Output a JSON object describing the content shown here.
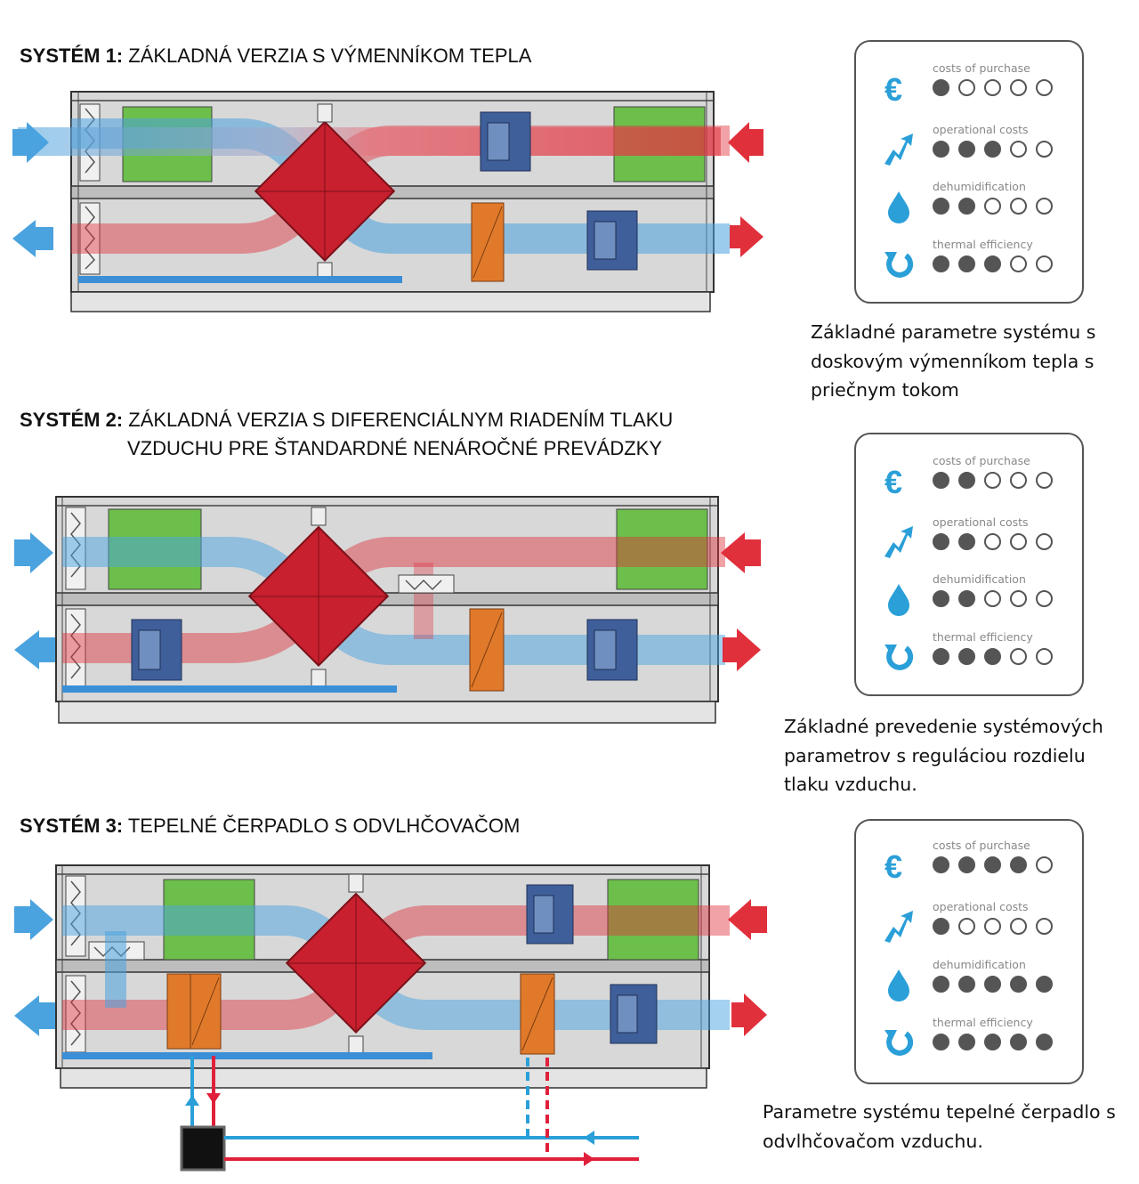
{
  "systems": [
    {
      "title_bold": "SYSTÉM 1:",
      "title_rest": "ZÁKLADNÁ VERZIA S VÝMENNÍKOM TEPLA",
      "title_cont": "",
      "caption": "Základné parametre systému s doskovým výmenníkom tepla s priečnym tokom",
      "ratings": [
        {
          "label": "costs of purchase",
          "icon": "euro-icon",
          "filled": 1,
          "total": 5
        },
        {
          "label": "operational costs",
          "icon": "trend-arrow-icon",
          "filled": 3,
          "total": 5
        },
        {
          "label": "dehumidification",
          "icon": "water-drop-icon",
          "filled": 2,
          "total": 5
        },
        {
          "label": "thermal efficiency",
          "icon": "recycle-arrow-icon",
          "filled": 3,
          "total": 5
        }
      ]
    },
    {
      "title_bold": "SYSTÉM 2:",
      "title_rest": "ZÁKLADNÁ VERZIA S DIFERENCIÁLNYM RIADENÍM TLAKU",
      "title_cont": "VZDUCHU PRE ŠTANDARDNÉ NENÁROČNÉ PREVÁDZKY",
      "caption": "Základné prevedenie systémových parametrov s reguláciou rozdielu tlaku vzduchu.",
      "ratings": [
        {
          "label": "costs of purchase",
          "icon": "euro-icon",
          "filled": 2,
          "total": 5
        },
        {
          "label": "operational costs",
          "icon": "trend-arrow-icon",
          "filled": 2,
          "total": 5
        },
        {
          "label": "dehumidification",
          "icon": "water-drop-icon",
          "filled": 2,
          "total": 5
        },
        {
          "label": "thermal efficiency",
          "icon": "recycle-arrow-icon",
          "filled": 3,
          "total": 5
        }
      ]
    },
    {
      "title_bold": "SYSTÉM 3:",
      "title_rest": "TEPELNÉ ČERPADLO S ODVLHČOVAČOM",
      "title_cont": "",
      "caption": "Parametre systému tepelné čerpadlo s odvlhčovačom vzduchu.",
      "ratings": [
        {
          "label": "costs of purchase",
          "icon": "euro-icon",
          "filled": 4,
          "total": 5
        },
        {
          "label": "operational costs",
          "icon": "trend-arrow-icon",
          "filled": 1,
          "total": 5
        },
        {
          "label": "dehumidification",
          "icon": "water-drop-icon",
          "filled": 5,
          "total": 5
        },
        {
          "label": "thermal efficiency",
          "icon": "recycle-arrow-icon",
          "filled": 5,
          "total": 5
        }
      ]
    }
  ],
  "colors": {
    "cold_air": "#4aa3df",
    "warm_air": "#e0303c",
    "exchanger": "#c8202e",
    "filter": "#6cbf4a",
    "heater": "#e07a2a",
    "fan": "#3f5f9a",
    "drain": "#3a8fd6",
    "housing": "#d8d8d8",
    "icon_blue": "#2a9fd8"
  }
}
